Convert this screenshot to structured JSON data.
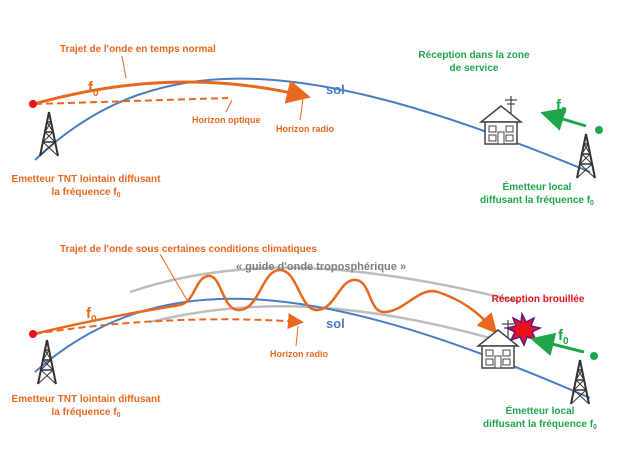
{
  "colors": {
    "wave": "#e8681e",
    "ground": "#4a7cc4",
    "local": "#1fa64a",
    "interference": "#e8101c",
    "duct": "#bdbdbd"
  },
  "panel_top": {
    "wave_path_label": "Trajet de l'onde en temps normal",
    "freq_label": "f",
    "freq_sub": "0",
    "ground_label": "sol",
    "optical_horizon_label": "Horizon optique",
    "radio_horizon_label": "Horizon radio",
    "reception_label_line1": "Réception dans la zone",
    "reception_label_line2": "de service",
    "local_freq_label": "f",
    "local_freq_sub": "0",
    "remote_tx_line1": "Emetteur TNT lointain diffusant",
    "remote_tx_line2": "la fréquence f",
    "remote_tx_sub": "0",
    "local_tx_line1": "Émetteur local",
    "local_tx_line2": "diffusant la fréquence f",
    "local_tx_sub": "0"
  },
  "panel_bottom": {
    "wave_path_label": "Trajet de l'onde sous certaines conditions climatiques",
    "duct_label": "« guide d'onde troposphérique »",
    "freq_label": "f",
    "freq_sub": "0",
    "ground_label": "sol",
    "radio_horizon_label": "Horizon radio",
    "reception_label": "Réception brouillée",
    "local_freq_label": "f",
    "local_freq_sub": "0",
    "remote_tx_line1": "Emetteur TNT lointain diffusant",
    "remote_tx_line2": "la fréquence f",
    "remote_tx_sub": "0",
    "local_tx_line1": "Émetteur local",
    "local_tx_line2": "diffusant la fréquence f",
    "local_tx_sub": "0"
  }
}
